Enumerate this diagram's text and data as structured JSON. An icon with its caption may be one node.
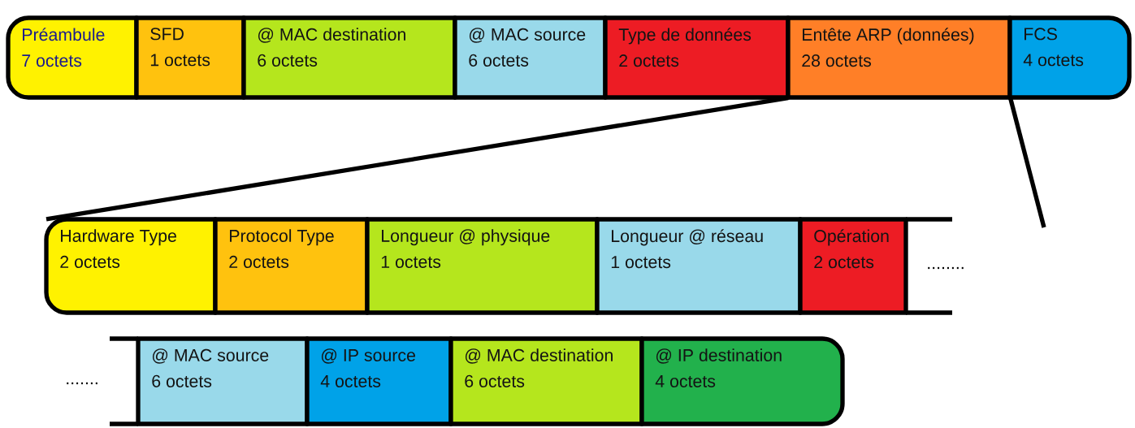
{
  "diagram": {
    "nodes": [
      {
        "text": [
          "Préambule",
          "7 octets"
        ]
      },
      {
        "text": [
          "SFD",
          "1 octets"
        ]
      },
      {
        "text": [
          "@ MAC destination",
          "6 octets"
        ]
      },
      {
        "text": [
          "@ MAC source",
          "6 octets"
        ]
      },
      {
        "text": [
          "Type de données",
          "2 octets"
        ]
      },
      {
        "text": [
          "Entête ARP (données)",
          "28 octets"
        ]
      },
      {
        "text": [
          "FCS",
          "4 octets"
        ]
      },
      {
        "text": [
          "Hardware Type",
          "2 octets"
        ]
      },
      {
        "text": [
          "Protocol Type",
          "2 octets"
        ]
      },
      {
        "text": [
          "Longueur @ physique",
          "1 octets"
        ]
      },
      {
        "text": [
          "Longueur @ réseau",
          "1 octets"
        ]
      },
      {
        "text": [
          "Opération",
          "2 octets"
        ]
      },
      {
        "text": [
          "@ MAC source",
          "6 octets"
        ]
      },
      {
        "text": [
          "@ IP source",
          "4 octets"
        ]
      },
      {
        "text": [
          "@ MAC destination",
          "6 octets"
        ]
      },
      {
        "text": [
          "@ IP destination",
          "4 octets"
        ]
      }
    ],
    "edges": [
      {
        "from": 5,
        "to": 7,
        "arrow": "none"
      },
      {
        "from": 5,
        "to": null,
        "arrow": "none"
      }
    ],
    "labels": [
      "........",
      "......."
    ]
  }
}
